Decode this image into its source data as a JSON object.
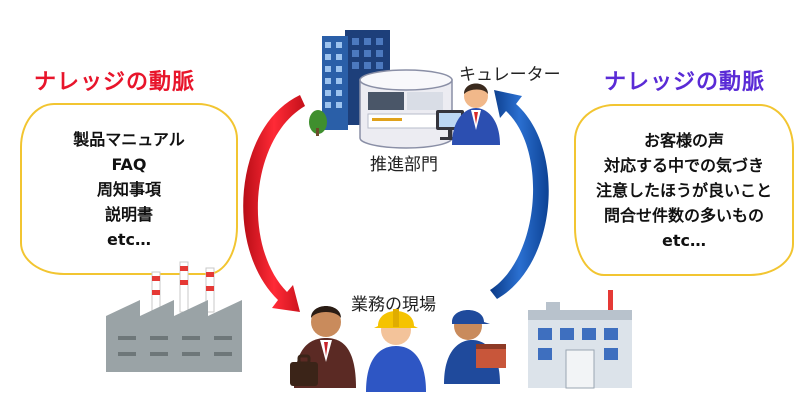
{
  "left_panel": {
    "title": "ナレッジの動脈",
    "title_color": "#e8152b",
    "items": [
      "製品マニュアル",
      "FAQ",
      "周知事項",
      "説明書",
      "etc…"
    ]
  },
  "right_panel": {
    "title": "ナレッジの動脈",
    "title_color": "#5a2bd6",
    "items": [
      "お客様の声",
      "対応する中での気づき",
      "注意したほうが良いこと",
      "問合せ件数の多いもの",
      "etc…"
    ]
  },
  "top": {
    "label": "推進部門",
    "curator_label": "キュレーター"
  },
  "bottom": {
    "label": "業務の現場"
  },
  "colors": {
    "bubble_border": "#f2c531",
    "arrow_red": "#d8121e",
    "arrow_blue": "#0f4aa5"
  },
  "icons": [
    "office-building-icon",
    "database-icon",
    "monitor-icon",
    "curator-person-icon",
    "factory-icon",
    "businessman-icon",
    "worker-helmet-icon",
    "mechanic-icon",
    "hospital-building-icon"
  ]
}
